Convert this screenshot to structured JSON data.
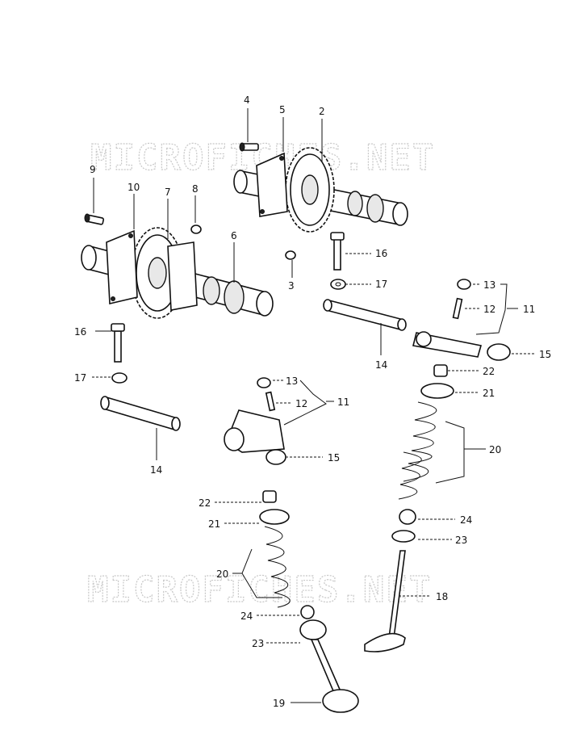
{
  "watermark": "MICROFICHES.NET",
  "labels": {
    "l2": "2",
    "l3": "3",
    "l4": "4",
    "l5": "5",
    "l6": "6",
    "l7": "7",
    "l8": "8",
    "l9": "9",
    "l10": "10",
    "l11a": "11",
    "l12a": "12",
    "l13a": "13",
    "l14a": "14",
    "l15a": "15",
    "l16a": "16",
    "l17a": "17",
    "l16b": "16",
    "l17b": "17",
    "l14b": "14",
    "l13b": "13",
    "l12b": "12",
    "l11b": "11",
    "l15b": "15",
    "l22a": "22",
    "l21a": "21",
    "l20a": "20",
    "l24a": "24",
    "l23a": "23",
    "l18": "18",
    "l22b": "22",
    "l21b": "21",
    "l20b": "20",
    "l24b": "24",
    "l23b": "23",
    "l19": "19"
  }
}
